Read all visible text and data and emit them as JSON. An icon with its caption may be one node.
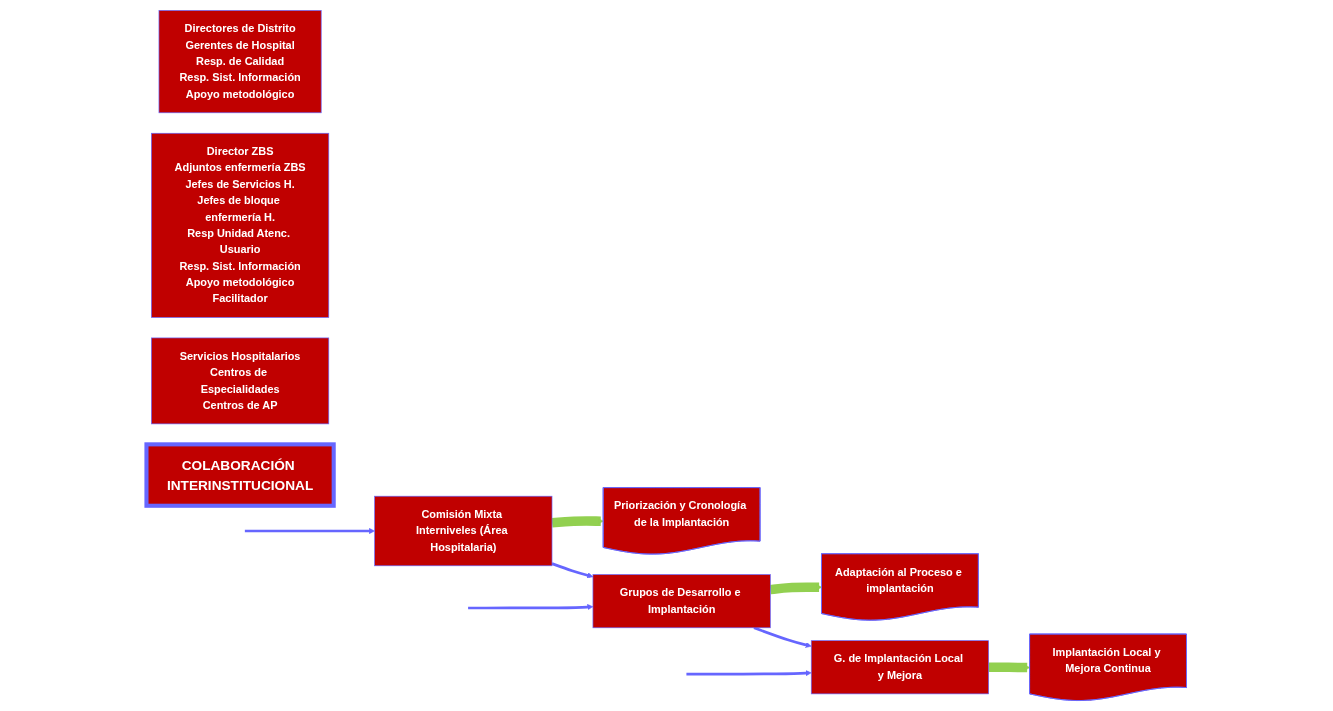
{
  "diagram": {
    "nodes": [
      {
        "text": [
          "Directores de Distrito",
          "Gerentes de Hospital",
          "Resp. de Calidad",
          "Resp. Sist. Información",
          "Apoyo metodológico"
        ]
      },
      {
        "text": [
          "Director ZBS",
          "Adjuntos enfermería ZBS",
          "Jefes de Servicios H.",
          "Jefes de bloque enfermería H.",
          "Resp Unidad Atenc. Usuario",
          "Resp. Sist. Información",
          "Apoyo metodológico",
          "Facilitador"
        ]
      },
      {
        "text": [
          "Servicios Hospitalarios",
          "Centros de Especialidades",
          "Centros de AP"
        ]
      },
      {
        "text": [
          "Comisión Mixta Interniveles (Área Hospitalaria)"
        ]
      },
      {
        "text": [
          "Grupos de Desarrollo e Implantación"
        ]
      },
      {
        "text": [
          "G. de Implantación Local y Mejora"
        ]
      },
      {
        "text": [
          "Priorización y Cronología de la Implantación"
        ]
      },
      {
        "text": [
          "Adaptación al Proceso e implantación"
        ]
      },
      {
        "text": [
          "Implantación Local y Mejora Continua"
        ]
      },
      {
        "text": [
          "COLABORACIÓN INTERINSTITUCIONAL"
        ]
      }
    ],
    "edges": [
      {
        "from": null,
        "to": 3,
        "arrow": "to"
      },
      {
        "from": null,
        "to": 4,
        "arrow": "to"
      },
      {
        "from": null,
        "to": 5,
        "arrow": "to"
      },
      {
        "from": 3,
        "to": 4,
        "arrow": "to"
      },
      {
        "from": 4,
        "to": 5,
        "arrow": "to"
      },
      {
        "from": 3,
        "to": 6,
        "arrow": "to",
        "style": "thick",
        "color": "#92d050"
      },
      {
        "from": 4,
        "to": 7,
        "arrow": "to",
        "style": "thick",
        "color": "#92d050"
      },
      {
        "from": 5,
        "to": 8,
        "arrow": "to",
        "style": "thick",
        "color": "#92d050"
      }
    ]
  }
}
